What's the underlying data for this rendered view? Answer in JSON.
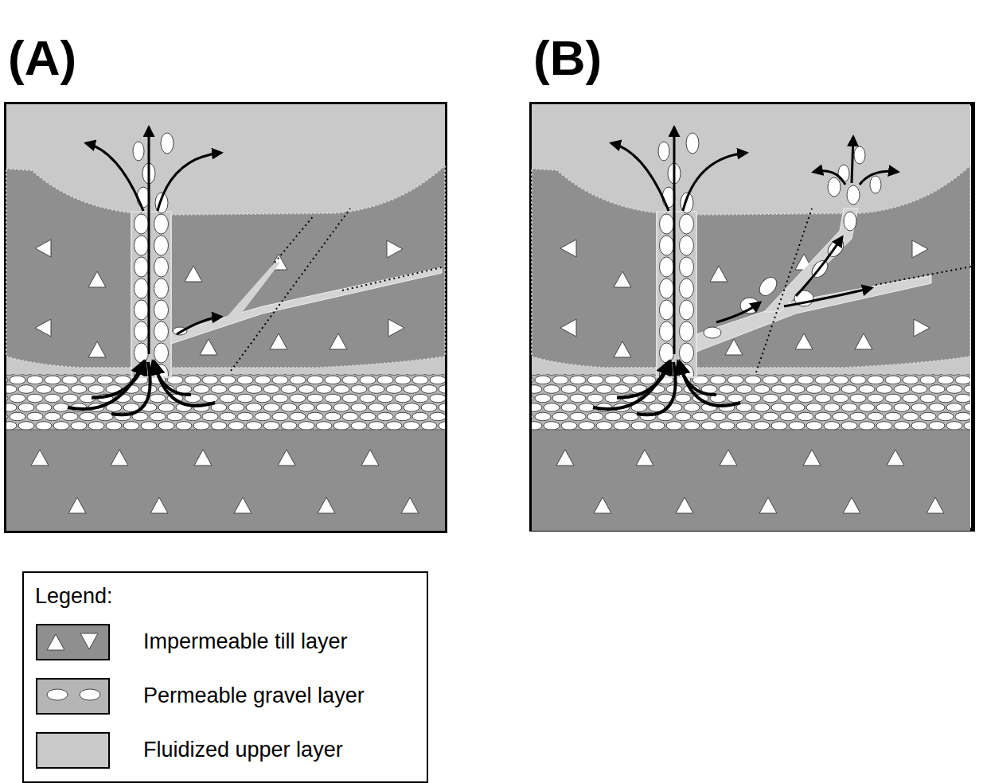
{
  "diagram": {
    "nodes": [
      {
        "text": [
          "(A)"
        ]
      },
      {
        "text": [
          "(B)"
        ]
      },
      {
        "text": [
          "Legend:"
        ]
      }
    ],
    "legend": [
      {
        "text": "Impermeable till layer",
        "color": "#8f8f8f"
      },
      {
        "text": "Permeable gravel layer",
        "color": "#b5b5b5"
      },
      {
        "text": "Fluidized upper layer",
        "color": "#c9c9c9"
      }
    ]
  }
}
